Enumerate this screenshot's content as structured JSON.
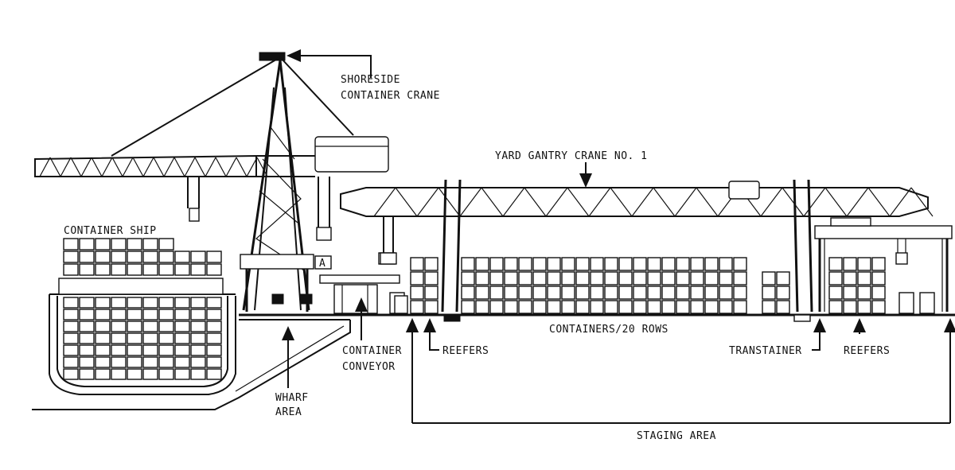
{
  "labels": {
    "shoreside_crane": [
      "SHORESIDE",
      "CONTAINER CRANE"
    ],
    "yard_gantry": "YARD GANTRY CRANE NO. 1",
    "container_ship": "CONTAINER SHIP",
    "containers_rows": "CONTAINERS/20 ROWS",
    "reefers_left": "REEFERS",
    "reefers_right": "REEFERS",
    "transtainer": "TRANSTAINER",
    "container_conveyor": [
      "CONTAINER",
      "CONVEYOR"
    ],
    "wharf_area": [
      "WHARF",
      "AREA"
    ],
    "staging_area": "STAGING AREA",
    "marker_a": "A"
  }
}
